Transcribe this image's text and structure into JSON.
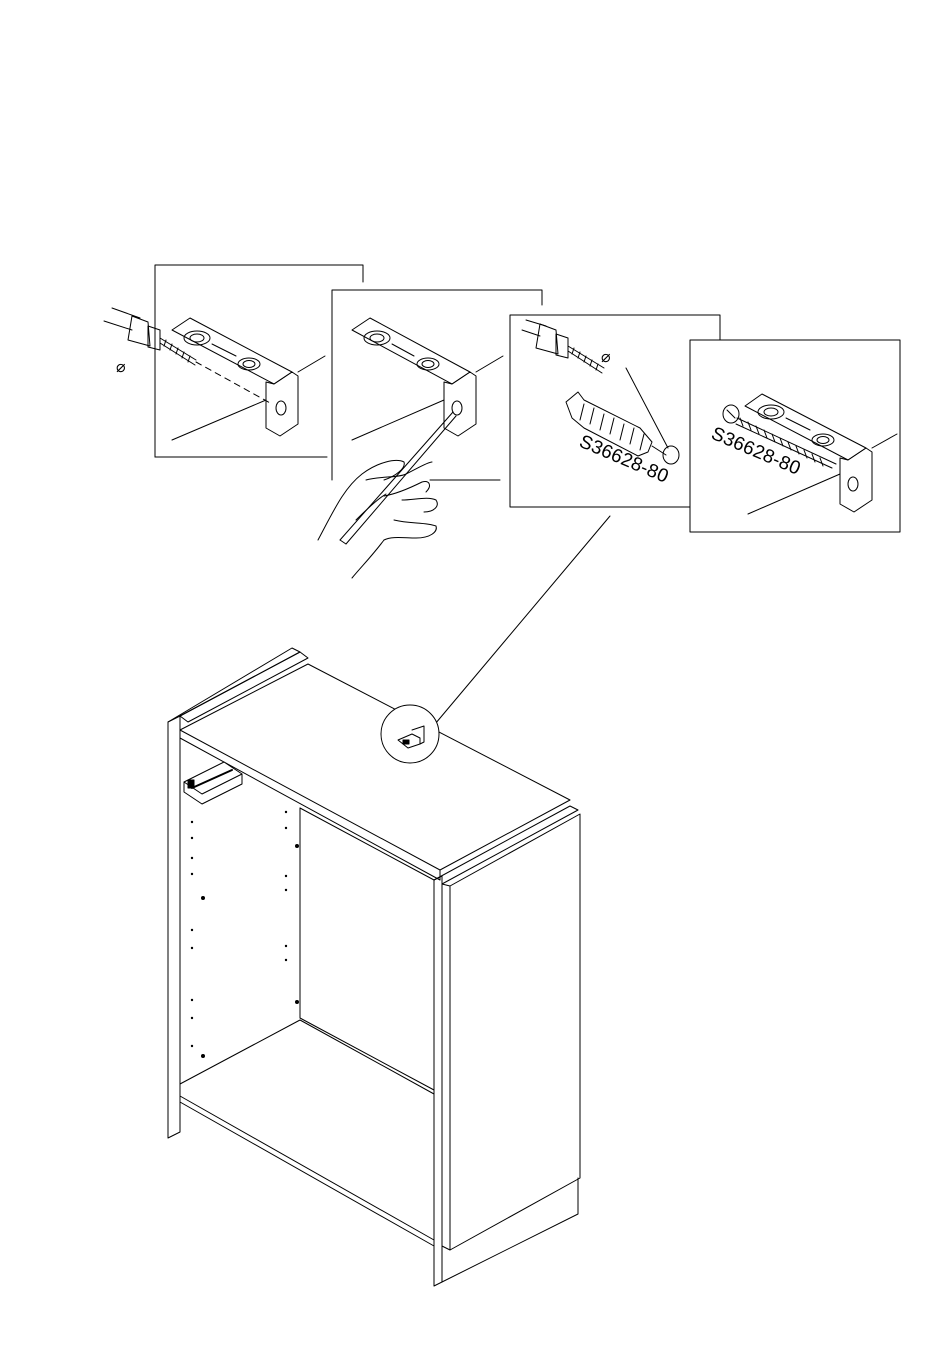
{
  "diagram": {
    "panels": [
      {
        "name": "drill-hole-panel",
        "symbol": "⌀"
      },
      {
        "name": "mark-position-panel"
      },
      {
        "name": "insert-plug-panel",
        "symbol": "⌀",
        "part_code": "S36628-80"
      },
      {
        "name": "fasten-screw-panel",
        "part_code": "S36628-80"
      }
    ],
    "colors": {
      "line": "#000000",
      "background": "#ffffff",
      "fill_gray": "#d8d8d8"
    }
  }
}
